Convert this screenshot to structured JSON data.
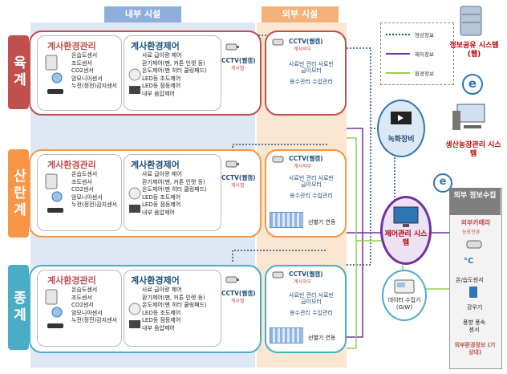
{
  "zones": {
    "inner": "내부 시설",
    "outer": "외부 시설"
  },
  "farms": [
    {
      "name": "육계",
      "color": "#c0504d"
    },
    {
      "name": "산란계",
      "color": "#f79646"
    },
    {
      "name": "종계",
      "color": "#4bacc6"
    }
  ],
  "sensor": {
    "title": "계사환경관리",
    "items": [
      "온습도센서",
      "조도센서",
      "CO2센서",
      "암모니아센서",
      "누전(정전)감지센서"
    ]
  },
  "control": {
    "title": "계사환경제어",
    "items": [
      "사료 급이량 제어",
      "환기제어(팬, 커튼 인렛 등)",
      "온도제어(팬 히터 쿨링패드)",
      "LED등 조도제어",
      "LED등 점등제어",
      "내부 음압제어"
    ]
  },
  "cctv_inner": {
    "label": "CCTV(웹캠)",
    "sub": "계사별"
  },
  "outer": {
    "cctv": "CCTV(웹캠)",
    "cctv_sub": "계사외부",
    "feed": "사료빈 관리 사료빈 급이모터",
    "water": "용수관리 수압관리",
    "selector": "선별기 연동"
  },
  "legend": {
    "video": "영상정보",
    "control": "제어정보",
    "env": "환경정보"
  },
  "right": {
    "db": "정보공유 시스템(웹)",
    "mgmt": "생산농장관리 시스템",
    "recorder": "녹화장비",
    "control_sys": "제어관리 시스템",
    "gateway": "데이터 수집기 (G/W)",
    "ext_title": "외부 정보수집",
    "ext_camera": "외부카메라",
    "ext_camera_sub": "농장관경",
    "ext_temp": "온/습도센서",
    "ext_wind": "풍향 풍속 센서",
    "ext_rain": "강우기",
    "ext_env": "외부환경정보 (기상대)"
  },
  "colors": {
    "video": "#1f4e79",
    "control": "#7030a0",
    "env": "#92d050",
    "accent": "#c00000"
  }
}
